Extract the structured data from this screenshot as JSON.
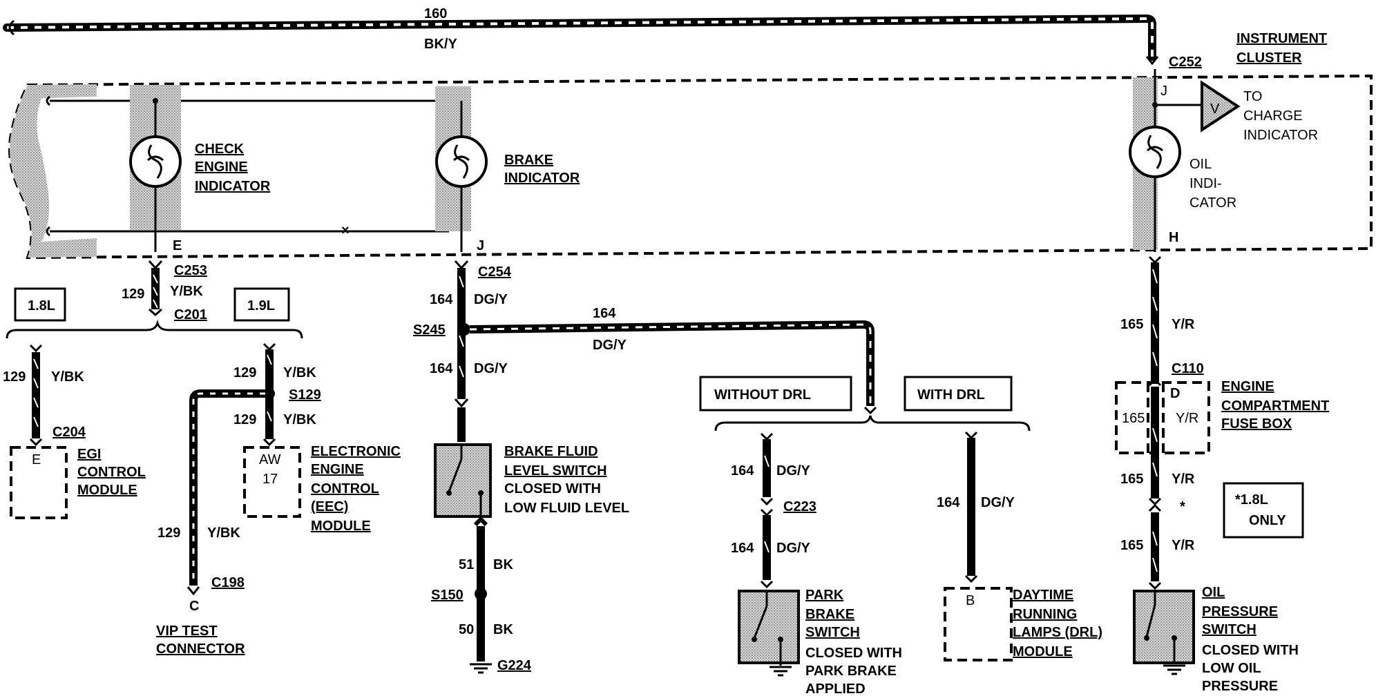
{
  "wire_top": {
    "number": "160",
    "color": "BK/Y"
  },
  "instrument_cluster": {
    "line1": "INSTRUMENT",
    "line2": "CLUSTER",
    "connector": "C252",
    "pin_j": "J",
    "pin_h": "H"
  },
  "check_engine": {
    "line1": "CHECK",
    "line2": "ENGINE",
    "line3": "INDICATOR",
    "pin": "E"
  },
  "brake_indicator": {
    "line1": "BRAKE",
    "line2": "INDICATOR",
    "pin": "J"
  },
  "charge": {
    "line1": "TO",
    "line2": "CHARGE",
    "line3": "INDICATOR"
  },
  "oil_indicator": {
    "line1": "OIL",
    "line2": "INDI-",
    "line3": "CATOR"
  },
  "left_branch": {
    "c253": "C253",
    "w129": "129",
    "ybk": "Y/BK",
    "c201": "C201",
    "engine_18": "1.8L",
    "engine_19": "1.9L",
    "egi": {
      "wire": "129",
      "color": "Y/BK",
      "connector": "C204",
      "pin": "E",
      "line1": "EGI",
      "line2": "CONTROL",
      "line3": "MODULE"
    },
    "eec": {
      "wire1": "129",
      "color1": "Y/BK",
      "splice": "S129",
      "wire2": "129",
      "color2": "Y/BK",
      "pin1": "AW",
      "pin2": "17",
      "line1": "ELECTRONIC",
      "line2": "ENGINE",
      "line3": "CONTROL",
      "line4": "(EEC)",
      "line5": "MODULE"
    },
    "vip": {
      "wire": "129",
      "color": "Y/BK",
      "connector": "C198",
      "pin": "C",
      "line1": "VIP TEST",
      "line2": "CONNECTOR"
    }
  },
  "brake_branch": {
    "c254": "C254",
    "w164a": "164",
    "dgy_a": "DG/Y",
    "s245": "S245",
    "w164b": "164",
    "dgy_b": "DG/Y",
    "w164h": "164",
    "dgy_h": "DG/Y",
    "switch": {
      "line1": "BRAKE FLUID",
      "line2": "LEVEL SWITCH",
      "line3": "CLOSED WITH",
      "line4": "LOW FLUID LEVEL"
    },
    "w51": "51",
    "bk1": "BK",
    "s150": "S150",
    "w50": "50",
    "bk2": "BK",
    "g224": "G224"
  },
  "drl": {
    "without": "WITHOUT DRL",
    "with": "WITH DRL",
    "w164c": "164",
    "dgy_c": "DG/Y",
    "c223": "C223",
    "w164d": "164",
    "dgy_d": "DG/Y",
    "park": {
      "line1": "PARK",
      "line2": "BRAKE",
      "line3": "SWITCH",
      "line4": "CLOSED WITH",
      "line5": "PARK BRAKE",
      "line6": "APPLIED"
    },
    "w164e": "164",
    "dgy_e": "DG/Y",
    "module": {
      "pin": "B",
      "line1": "DAYTIME",
      "line2": "RUNNING",
      "line3": "LAMPS (DRL)",
      "line4": "MODULE"
    }
  },
  "oil_branch": {
    "w165a": "165",
    "yr_a": "Y/R",
    "c110": "C110",
    "pin_d": "D",
    "fuse_wire": "165",
    "fuse_color": "Y/R",
    "fuse_line1": "ENGINE",
    "fuse_line2": "COMPARTMENT",
    "fuse_line3": "FUSE BOX",
    "w165b": "165",
    "yr_b": "Y/R",
    "star": "*",
    "note1": "*1.8L",
    "note2": "ONLY",
    "w165c": "165",
    "yr_c": "Y/R",
    "switch": {
      "line1": "OIL",
      "line2": "PRESSURE",
      "line3": "SWITCH",
      "line4": "CLOSED WITH",
      "line5": "LOW OIL",
      "line6": "PRESSURE"
    }
  }
}
